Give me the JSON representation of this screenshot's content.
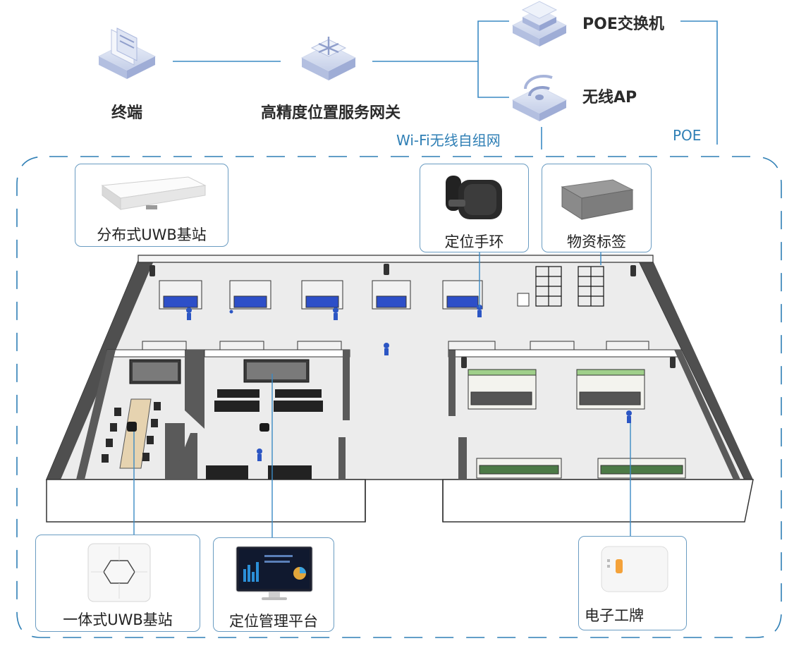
{
  "network": {
    "terminal": "终端",
    "gateway": "高精度位置服务网关",
    "poe_switch": "POE交换机",
    "wireless_ap": "无线AP",
    "wifi_mesh": "Wi-Fi无线自组网",
    "poe": "POE"
  },
  "devices": {
    "distributed_uwb": "分布式UWB基站",
    "wristband": "定位手环",
    "asset_tag": "物资标签",
    "integrated_uwb": "一体式UWB基站",
    "platform": "定位管理平台",
    "badge": "电子工牌"
  },
  "colors": {
    "line": "#3b8ac4",
    "dash": "#2f7fb5",
    "card_border": "#6a9cc2",
    "icon_top": "#c9d3ea",
    "icon_side": "#a9b6dc"
  }
}
